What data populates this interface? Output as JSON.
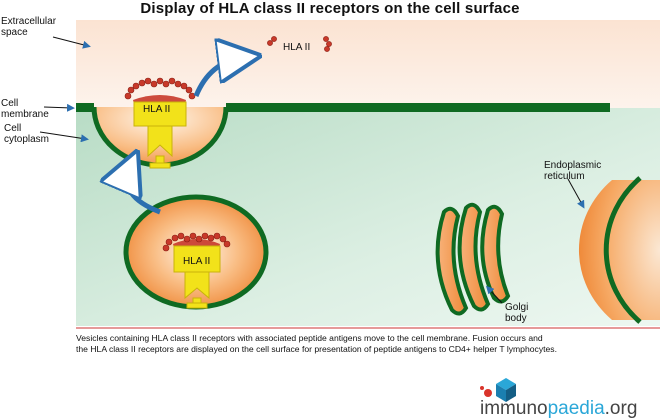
{
  "title": "Display of HLA class II receptors on the cell surface",
  "labels": {
    "extracellular": [
      "Extracellular",
      "space"
    ],
    "membrane": [
      "Cell",
      "membrane"
    ],
    "cytoplasm": [
      "Cell",
      "cytoplasm"
    ],
    "hla_free": "HLA II",
    "hla_surface": "HLA II",
    "hla_vesicle": "HLA II",
    "er": [
      "Endoplasmic",
      "reticulum"
    ],
    "golgi": [
      "Golgi",
      "body"
    ]
  },
  "caption": [
    "Vesicles containing HLA class II receptors with associated peptide antigens move to the cell membrane. Fusion occurs and",
    "the HLA class II receptors are displayed on the cell surface for presentation of peptide antigens to CD4+ helper T lymphocytes."
  ],
  "logo": {
    "part1": "immuno",
    "part2": "paedia",
    "part3": ".org"
  },
  "colors": {
    "membrane": "#0f6a22",
    "receptor": "#f2e21a",
    "peptide": "#c8392a",
    "arrow": "#2c6fb0"
  }
}
